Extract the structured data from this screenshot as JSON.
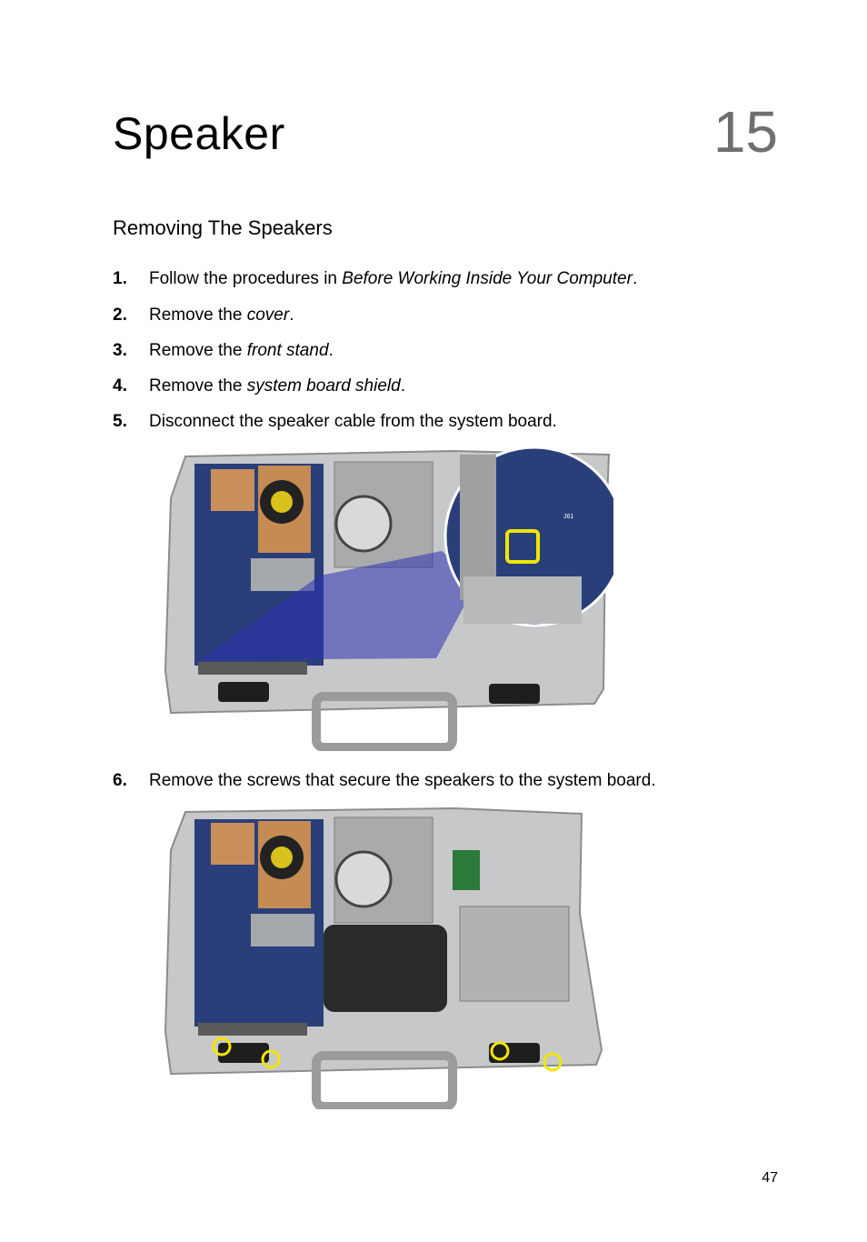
{
  "chapter": {
    "title": "Speaker",
    "number": "15"
  },
  "section": {
    "heading": "Removing The Speakers"
  },
  "steps": [
    {
      "num": "1.",
      "pre": "Follow the procedures in ",
      "italic": "Before Working Inside Your Computer",
      "post": "."
    },
    {
      "num": "2.",
      "pre": "Remove the ",
      "italic": "cover",
      "post": "."
    },
    {
      "num": "3.",
      "pre": "Remove the ",
      "italic": "front stand",
      "post": "."
    },
    {
      "num": "4.",
      "pre": "Remove the ",
      "italic": "system board shield",
      "post": "."
    },
    {
      "num": "5.",
      "pre": "Disconnect the speaker cable from the system board.",
      "italic": "",
      "post": ""
    },
    {
      "num": "6.",
      "pre": "Remove the screws that secure the speakers to the system board.",
      "italic": "",
      "post": ""
    }
  ],
  "figures": {
    "figure1": {
      "label_small": "J61"
    },
    "figure2": {}
  },
  "colors": {
    "highlight": "#f2e600",
    "zoom_overlay": "#2b2fb3",
    "chassis": "#c9cacc",
    "board": "#2a3f7a"
  },
  "footer": {
    "page_number": "47"
  }
}
